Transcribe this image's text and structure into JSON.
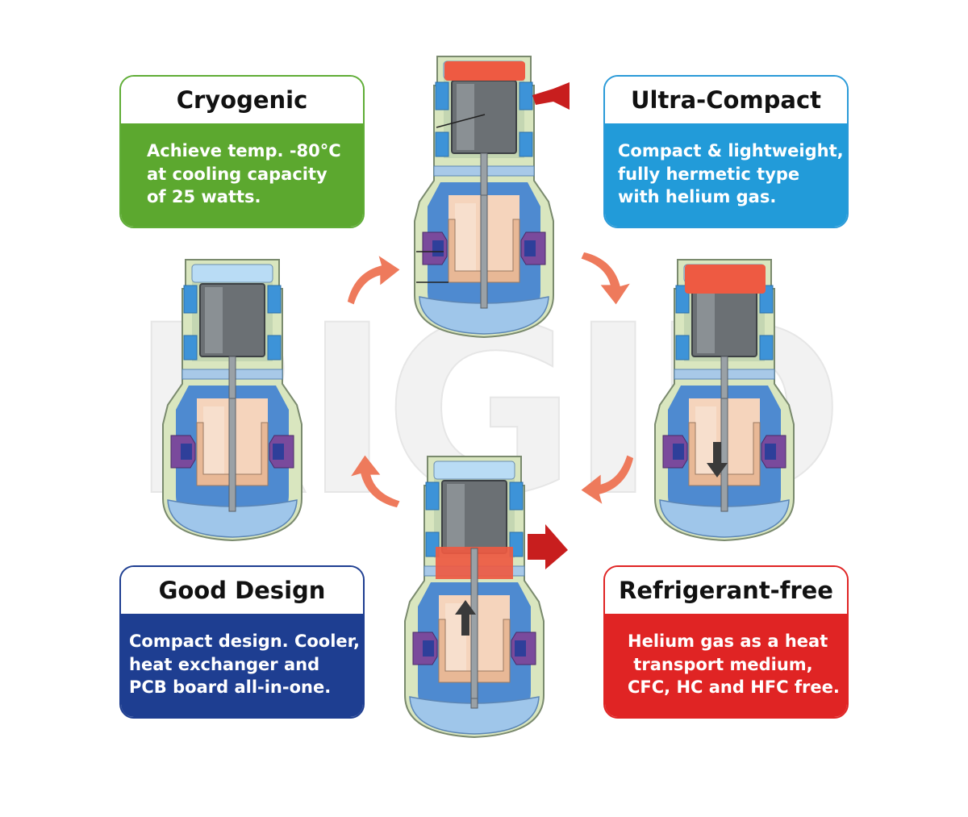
{
  "watermark": "RIGID",
  "cards": {
    "cryogenic": {
      "title": "Cryogenic",
      "lines": [
        "Achieve temp. -80°C",
        "at cooling capacity",
        "of 25 watts."
      ]
    },
    "ultra_compact": {
      "title": "Ultra-Compact",
      "lines": [
        "Compact & lightweight,",
        "fully hermetic type",
        "with helium gas."
      ]
    },
    "good_design": {
      "title": "Good Design",
      "lines": [
        "Compact design. Cooler,",
        "heat exchanger and",
        "PCB board all-in-one."
      ]
    },
    "refrigerant_free": {
      "title": "Refrigerant-free",
      "lines": [
        "Helium gas as a heat",
        " transport medium,",
        "CFC, HC and HFC free."
      ]
    }
  },
  "colors": {
    "green": "#5ca82f",
    "blue": "#229bd9",
    "navy": "#1e3e91",
    "red": "#e02424",
    "hot": "#ee5a42",
    "cold": "#b9dcf5",
    "cycle_arrow": "#ee7a5c",
    "heat_arrow": "#c81e1e"
  },
  "icons": [
    "cycle-arrow-icon",
    "heat-in-arrow-icon",
    "heat-out-arrow-icon",
    "piston-down-arrow-icon",
    "piston-up-arrow-icon"
  ]
}
